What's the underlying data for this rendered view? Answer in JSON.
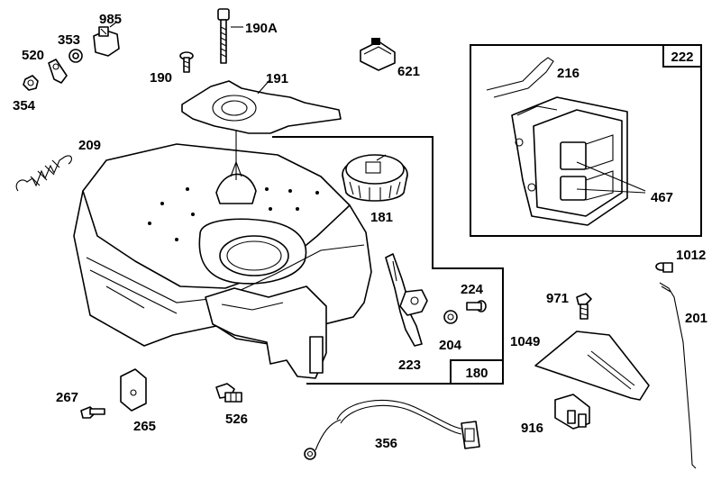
{
  "diagram": {
    "labels": {
      "l985": "985",
      "l353": "353",
      "l520": "520",
      "l354": "354",
      "l190a": "190A",
      "l190": "190",
      "l191": "191",
      "l621": "621",
      "l209": "209",
      "l181": "181",
      "l224": "224",
      "l204": "204",
      "l223": "223",
      "l180": "180",
      "l222": "222",
      "l216": "216",
      "l467": "467",
      "l1012": "1012",
      "l971": "971",
      "l201": "201",
      "l1049": "1049",
      "l916": "916",
      "l267": "267",
      "l265": "265",
      "l526": "526",
      "l356": "356"
    }
  }
}
